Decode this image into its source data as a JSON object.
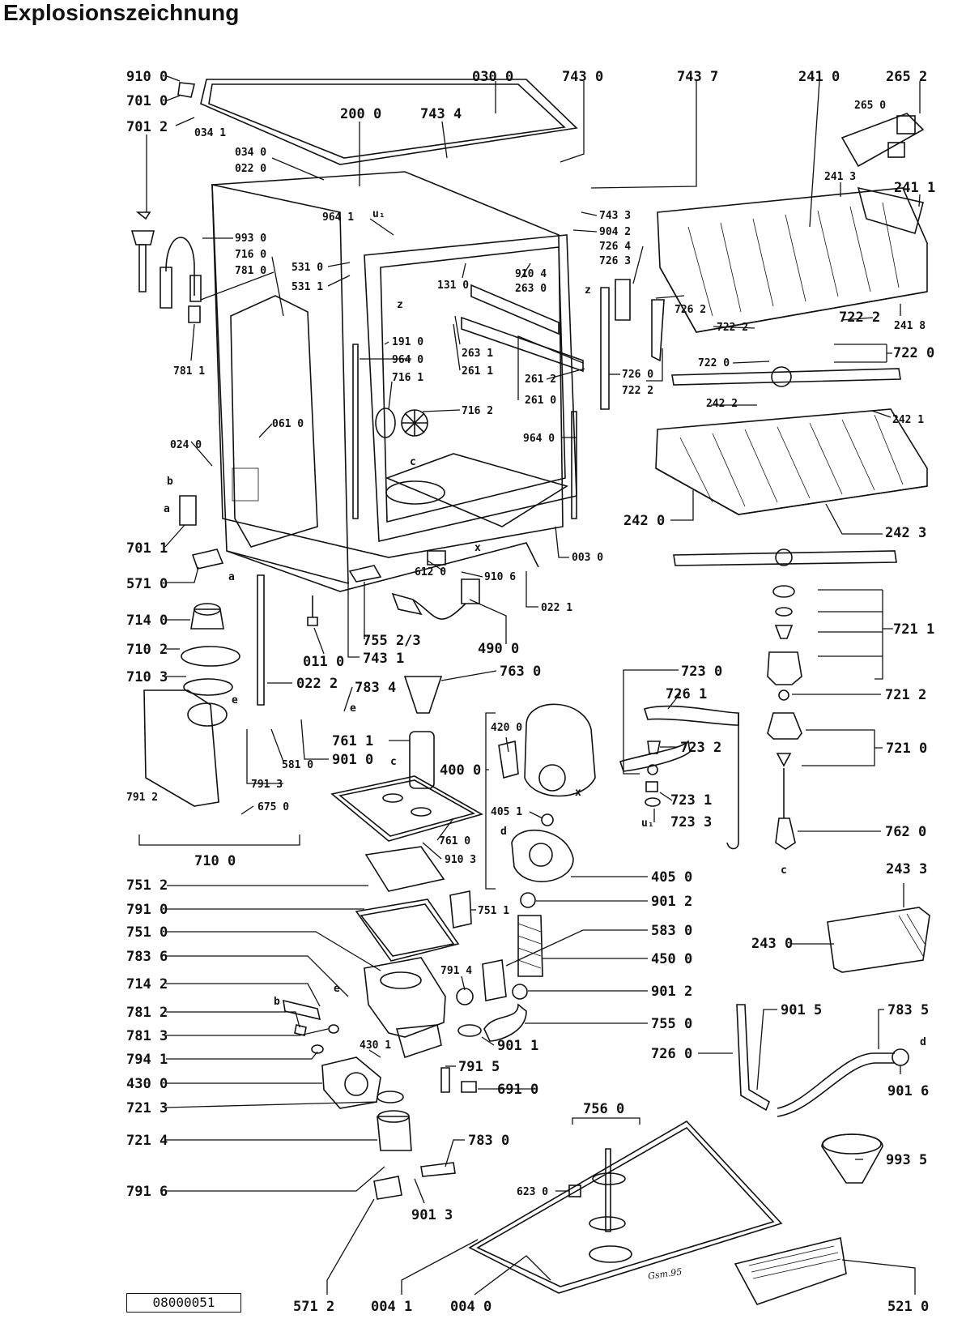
{
  "title": "Explosionszeichnung",
  "drawing_code": "08000051",
  "signature": "Gsm.95",
  "labels": [
    {
      "id": "p9100",
      "text": "910 0"
    },
    {
      "id": "p7010",
      "text": "701 0"
    },
    {
      "id": "p0341",
      "text": "034 1"
    },
    {
      "id": "p7012",
      "text": "701 2"
    },
    {
      "id": "p0300",
      "text": "030 0"
    },
    {
      "id": "p7430",
      "text": "743 0"
    },
    {
      "id": "p7437",
      "text": "743 7"
    },
    {
      "id": "p2410",
      "text": "241 0"
    },
    {
      "id": "p2652",
      "text": "265 2"
    },
    {
      "id": "p2650",
      "text": "265 0"
    },
    {
      "id": "p2000",
      "text": "200 0"
    },
    {
      "id": "p7434",
      "text": "743 4"
    },
    {
      "id": "p0340",
      "text": "034 0"
    },
    {
      "id": "p0220",
      "text": "022 0"
    },
    {
      "id": "p2413",
      "text": "241 3"
    },
    {
      "id": "p2411",
      "text": "241 1"
    },
    {
      "id": "p7433",
      "text": "743 3"
    },
    {
      "id": "p9042",
      "text": "904 2"
    },
    {
      "id": "p7264",
      "text": "726 4"
    },
    {
      "id": "p7263",
      "text": "726 3"
    },
    {
      "id": "p9641",
      "text": "964 1"
    },
    {
      "id": "p9930",
      "text": "993 0"
    },
    {
      "id": "p7160",
      "text": "716 0"
    },
    {
      "id": "p7810",
      "text": "781 0"
    },
    {
      "id": "p5310",
      "text": "531 0"
    },
    {
      "id": "p5311",
      "text": "531 1"
    },
    {
      "id": "p1310",
      "text": "131 0"
    },
    {
      "id": "p9104",
      "text": "910 4"
    },
    {
      "id": "p2630",
      "text": "263 0"
    },
    {
      "id": "p7262",
      "text": "726 2"
    },
    {
      "id": "p7222a",
      "text": "722 2"
    },
    {
      "id": "p7222b",
      "text": "722 2"
    },
    {
      "id": "p2418",
      "text": "241 8"
    },
    {
      "id": "p7220a",
      "text": "722 0"
    },
    {
      "id": "p7220b",
      "text": "722 0"
    },
    {
      "id": "p7811",
      "text": "781 1"
    },
    {
      "id": "p1910",
      "text": "191 0"
    },
    {
      "id": "p9640a",
      "text": "964 0"
    },
    {
      "id": "p7161",
      "text": "716 1"
    },
    {
      "id": "p2631",
      "text": "263 1"
    },
    {
      "id": "p2611",
      "text": "261 1"
    },
    {
      "id": "p2612",
      "text": "261 2"
    },
    {
      "id": "p2610",
      "text": "261 0"
    },
    {
      "id": "p7260a",
      "text": "726 0"
    },
    {
      "id": "p7222c",
      "text": "722 2"
    },
    {
      "id": "p0610",
      "text": "061 0"
    },
    {
      "id": "p7162",
      "text": "716 2"
    },
    {
      "id": "p2422",
      "text": "242 2"
    },
    {
      "id": "p2421",
      "text": "242 1"
    },
    {
      "id": "p0240",
      "text": "024 0"
    },
    {
      "id": "p9640b",
      "text": "964 0"
    },
    {
      "id": "p2420",
      "text": "242 0"
    },
    {
      "id": "p2423",
      "text": "242 3"
    },
    {
      "id": "p7011",
      "text": "701 1"
    },
    {
      "id": "p0030",
      "text": "003 0"
    },
    {
      "id": "p6120",
      "text": "612 0"
    },
    {
      "id": "p9106",
      "text": "910 6"
    },
    {
      "id": "p5710",
      "text": "571 0"
    },
    {
      "id": "p0221",
      "text": "022 1"
    },
    {
      "id": "p7211a",
      "text": "721 1"
    },
    {
      "id": "p7140",
      "text": "714 0"
    },
    {
      "id": "p7102",
      "text": "710 2"
    },
    {
      "id": "p7552",
      "text": "755 2/3"
    },
    {
      "id": "p7431",
      "text": "743 1"
    },
    {
      "id": "p4900",
      "text": "490 0"
    },
    {
      "id": "p0110",
      "text": "011 0"
    },
    {
      "id": "p7103",
      "text": "710 3"
    },
    {
      "id": "p0222",
      "text": "022 2"
    },
    {
      "id": "p7834",
      "text": "783 4"
    },
    {
      "id": "p7630",
      "text": "763 0"
    },
    {
      "id": "p7230",
      "text": "723 0"
    },
    {
      "id": "p7261",
      "text": "726 1"
    },
    {
      "id": "p7212",
      "text": "721 2"
    },
    {
      "id": "p4200",
      "text": "420 0"
    },
    {
      "id": "p7611",
      "text": "761 1"
    },
    {
      "id": "p5810",
      "text": "581 0"
    },
    {
      "id": "p9010",
      "text": "901 0"
    },
    {
      "id": "p4000",
      "text": "400 0"
    },
    {
      "id": "p7232",
      "text": "723 2"
    },
    {
      "id": "p7210",
      "text": "721 0"
    },
    {
      "id": "p7912",
      "text": "791 2"
    },
    {
      "id": "p7913",
      "text": "791 3"
    },
    {
      "id": "p6750",
      "text": "675 0"
    },
    {
      "id": "p4051",
      "text": "405 1"
    },
    {
      "id": "p7231",
      "text": "723 1"
    },
    {
      "id": "p7233",
      "text": "723 3"
    },
    {
      "id": "p7610",
      "text": "761 0"
    },
    {
      "id": "p7620",
      "text": "762 0"
    },
    {
      "id": "p9103",
      "text": "910 3"
    },
    {
      "id": "p7100",
      "text": "710 0"
    },
    {
      "id": "p4050",
      "text": "405 0"
    },
    {
      "id": "p2433",
      "text": "243 3"
    },
    {
      "id": "p7512",
      "text": "751 2"
    },
    {
      "id": "p9012a",
      "text": "901 2"
    },
    {
      "id": "p7910",
      "text": "791 0"
    },
    {
      "id": "p7511",
      "text": "751 1"
    },
    {
      "id": "p7510",
      "text": "751 0"
    },
    {
      "id": "p5830",
      "text": "583 0"
    },
    {
      "id": "p2430",
      "text": "243 0"
    },
    {
      "id": "p7836",
      "text": "783 6"
    },
    {
      "id": "p7914",
      "text": "791 4"
    },
    {
      "id": "p4500",
      "text": "450 0"
    },
    {
      "id": "p7142",
      "text": "714 2"
    },
    {
      "id": "p9012b",
      "text": "901 2"
    },
    {
      "id": "p9015",
      "text": "901 5"
    },
    {
      "id": "p7835",
      "text": "783 5"
    },
    {
      "id": "p7812",
      "text": "781 2"
    },
    {
      "id": "p7550",
      "text": "755 0"
    },
    {
      "id": "p7813",
      "text": "781 3"
    },
    {
      "id": "p4301",
      "text": "430 1"
    },
    {
      "id": "p9011",
      "text": "901 1"
    },
    {
      "id": "p7260b",
      "text": "726 0"
    },
    {
      "id": "p7941",
      "text": "794 1"
    },
    {
      "id": "p7915",
      "text": "791 5"
    },
    {
      "id": "p4300",
      "text": "430 0"
    },
    {
      "id": "p6910",
      "text": "691 0"
    },
    {
      "id": "p9016",
      "text": "901 6"
    },
    {
      "id": "p7213",
      "text": "721 3"
    },
    {
      "id": "p7560",
      "text": "756 0"
    },
    {
      "id": "p7214",
      "text": "721 4"
    },
    {
      "id": "p7830",
      "text": "783 0"
    },
    {
      "id": "p9935",
      "text": "993 5"
    },
    {
      "id": "p6230",
      "text": "623 0"
    },
    {
      "id": "p7916",
      "text": "791 6"
    },
    {
      "id": "p9013",
      "text": "901 3"
    },
    {
      "id": "p5712",
      "text": "571 2"
    },
    {
      "id": "p0041",
      "text": "004 1"
    },
    {
      "id": "p0040",
      "text": "004 0"
    },
    {
      "id": "p5210",
      "text": "521 0"
    }
  ],
  "markers": [
    {
      "id": "m_a1",
      "text": "a"
    },
    {
      "id": "m_a2",
      "text": "a"
    },
    {
      "id": "m_b1",
      "text": "b"
    },
    {
      "id": "m_b2",
      "text": "b"
    },
    {
      "id": "m_c1",
      "text": "c"
    },
    {
      "id": "m_c2",
      "text": "c"
    },
    {
      "id": "m_c3",
      "text": "c"
    },
    {
      "id": "m_d1",
      "text": "d"
    },
    {
      "id": "m_d2",
      "text": "d"
    },
    {
      "id": "m_e1",
      "text": "e"
    },
    {
      "id": "m_e2",
      "text": "e"
    },
    {
      "id": "m_e3",
      "text": "e"
    },
    {
      "id": "m_z1",
      "text": "z"
    },
    {
      "id": "m_z2",
      "text": "z"
    },
    {
      "id": "m_x1",
      "text": "x"
    },
    {
      "id": "m_x2",
      "text": "x"
    },
    {
      "id": "m_u1",
      "text": "u₁"
    },
    {
      "id": "m_u2",
      "text": "u₁"
    }
  ]
}
